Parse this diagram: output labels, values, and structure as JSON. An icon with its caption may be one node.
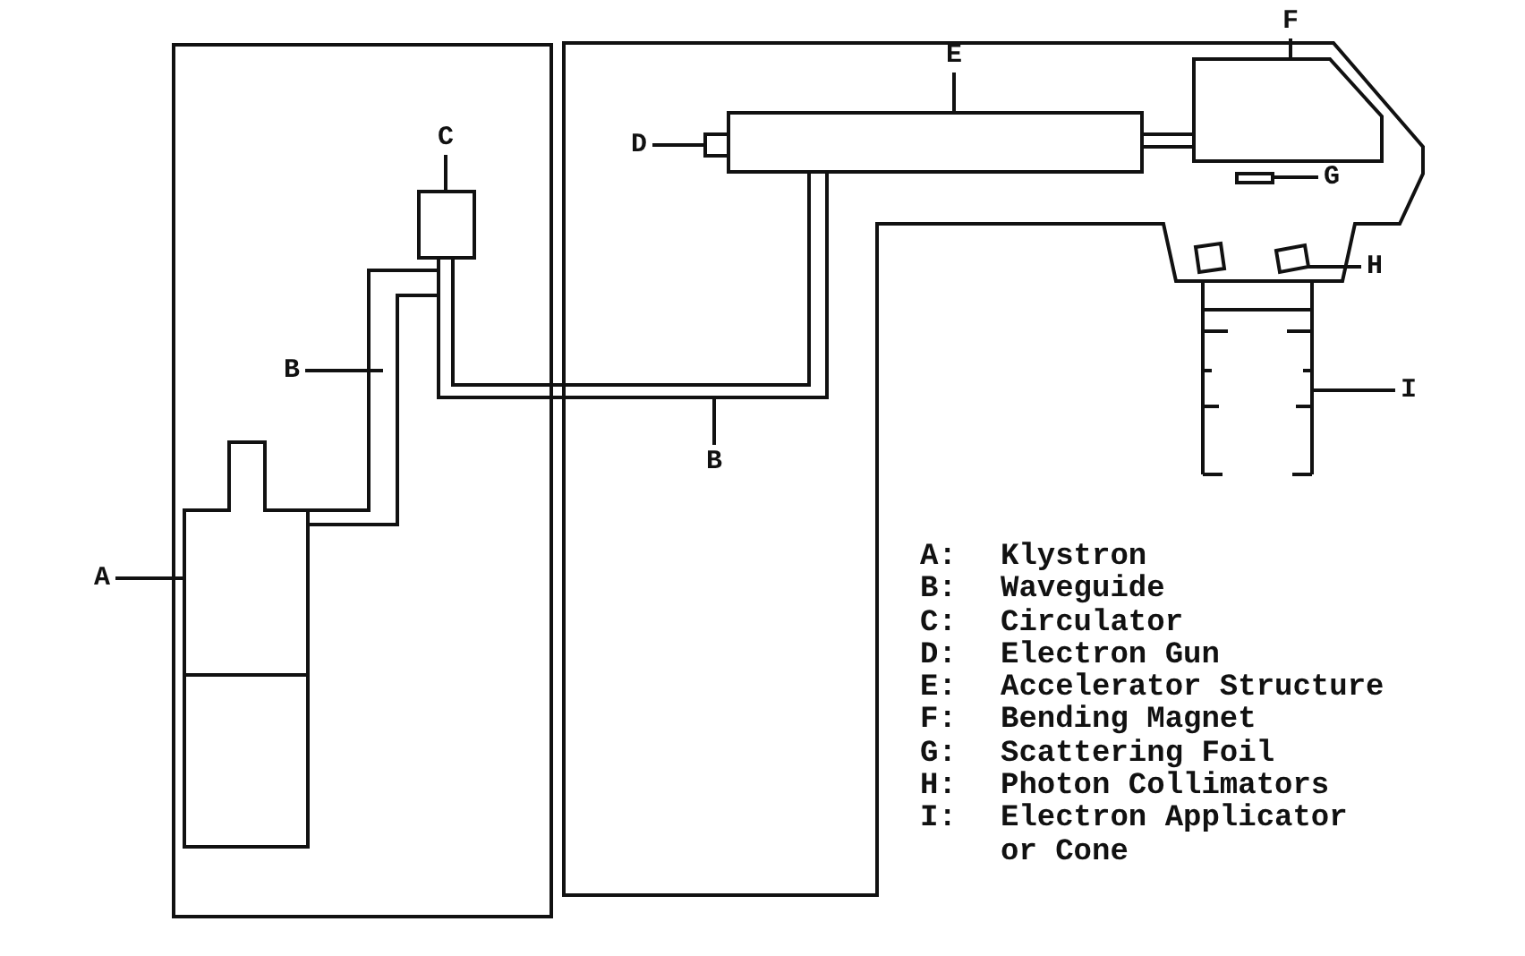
{
  "diagram": {
    "nodes": [
      {
        "text": [
          "A"
        ]
      },
      {
        "text": [],
        "shape": "box"
      },
      {
        "text": [
          "B"
        ]
      },
      {
        "text": [
          "C"
        ]
      },
      {
        "text": [],
        "shape": "box"
      },
      {
        "text": [
          "D"
        ]
      },
      {
        "text": [],
        "shape": "box"
      },
      {
        "text": [
          "E"
        ]
      },
      {
        "text": [],
        "shape": "box"
      },
      {
        "text": [
          "F"
        ]
      },
      {
        "text": [],
        "shape": "box"
      },
      {
        "text": [
          "G"
        ]
      },
      {
        "text": [],
        "shape": "box"
      },
      {
        "text": [
          "H"
        ]
      },
      {
        "text": [],
        "shape": "box"
      },
      {
        "text": [
          "I"
        ]
      },
      {
        "text": [],
        "shape": "tube"
      },
      {
        "text": [
          "B"
        ]
      }
    ],
    "edges": [
      {
        "from": 0,
        "to": 1,
        "arrow": "none"
      },
      {
        "from": 2,
        "to": null,
        "arrow": "none"
      },
      {
        "from": 3,
        "to": 4,
        "arrow": "none"
      },
      {
        "from": 5,
        "to": 6,
        "arrow": "none"
      },
      {
        "from": 7,
        "to": 8,
        "arrow": "none"
      },
      {
        "from": 9,
        "to": 10,
        "arrow": "none"
      },
      {
        "from": 11,
        "to": 12,
        "arrow": "none"
      },
      {
        "from": 13,
        "to": 14,
        "arrow": "none"
      },
      {
        "from": 15,
        "to": 16,
        "arrow": "none"
      },
      {
        "from": 17,
        "to": null,
        "arrow": "none"
      },
      {
        "from": 1,
        "to": 4,
        "arrow": "none"
      },
      {
        "from": 4,
        "to": 8,
        "arrow": "none"
      },
      {
        "from": 8,
        "to": 10,
        "arrow": "none"
      }
    ],
    "labels": [
      "A:",
      "Klystron",
      "B:",
      "Waveguide",
      "C:",
      "Circulator",
      "D:",
      "Electron Gun",
      "E:",
      "Accelerator Structure",
      "F:",
      "Bending Magnet",
      "G:",
      "Scattering Foil",
      "H:",
      "Photon Collimators",
      "I:",
      "Electron Applicator or Cone"
    ]
  }
}
